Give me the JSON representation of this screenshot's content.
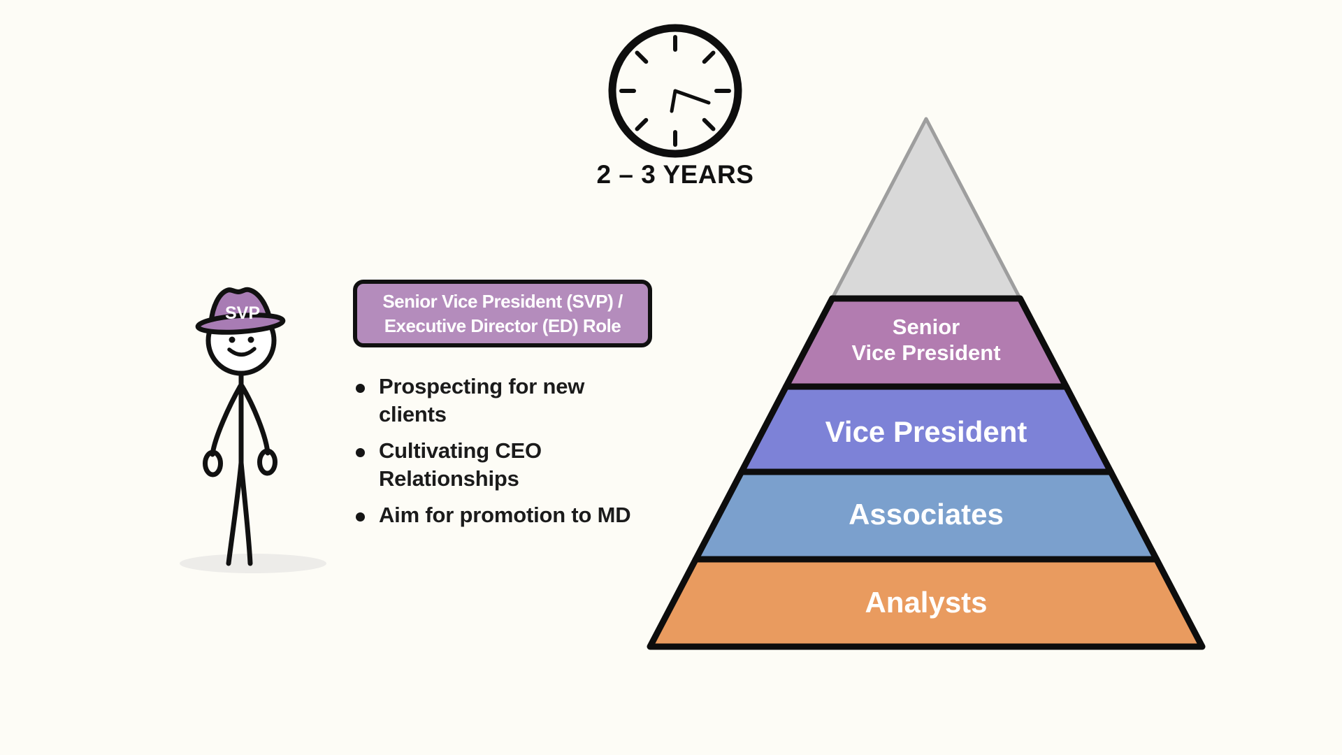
{
  "canvas": {
    "background": "#fdfcf6"
  },
  "timeline": {
    "icon": "clock-icon",
    "label": "2 – 3 YEARS"
  },
  "character": {
    "hat_label": "SVP",
    "hat_color": "#a87cb4"
  },
  "role_badge": {
    "line1": "Senior Vice President (SVP) /",
    "line2": "Executive Director (ED) Role",
    "fill": "#b48cbc",
    "border": "#101010"
  },
  "responsibilities": [
    {
      "lines": [
        "Prospecting for new",
        "clients"
      ]
    },
    {
      "lines": [
        "Cultivating CEO",
        "Relationships"
      ]
    },
    {
      "lines": [
        "Aim for promotion to MD"
      ]
    }
  ],
  "pyramid": {
    "levels": [
      {
        "name": "apex",
        "label": "",
        "color": "#d9d9d9",
        "border": "#9e9e9e"
      },
      {
        "name": "senior-vice-president",
        "label": "Senior Vice President",
        "line1": "Senior",
        "line2": "Vice President",
        "color": "#b27cb0",
        "border": "#0d0d0d"
      },
      {
        "name": "vice-president",
        "label": "Vice President",
        "color": "#7d82d7",
        "border": "#0d0d0d"
      },
      {
        "name": "associates",
        "label": "Associates",
        "color": "#7ba0cd",
        "border": "#0d0d0d"
      },
      {
        "name": "analysts",
        "label": "Analysts",
        "color": "#e99b5f",
        "border": "#0d0d0d"
      }
    ]
  }
}
